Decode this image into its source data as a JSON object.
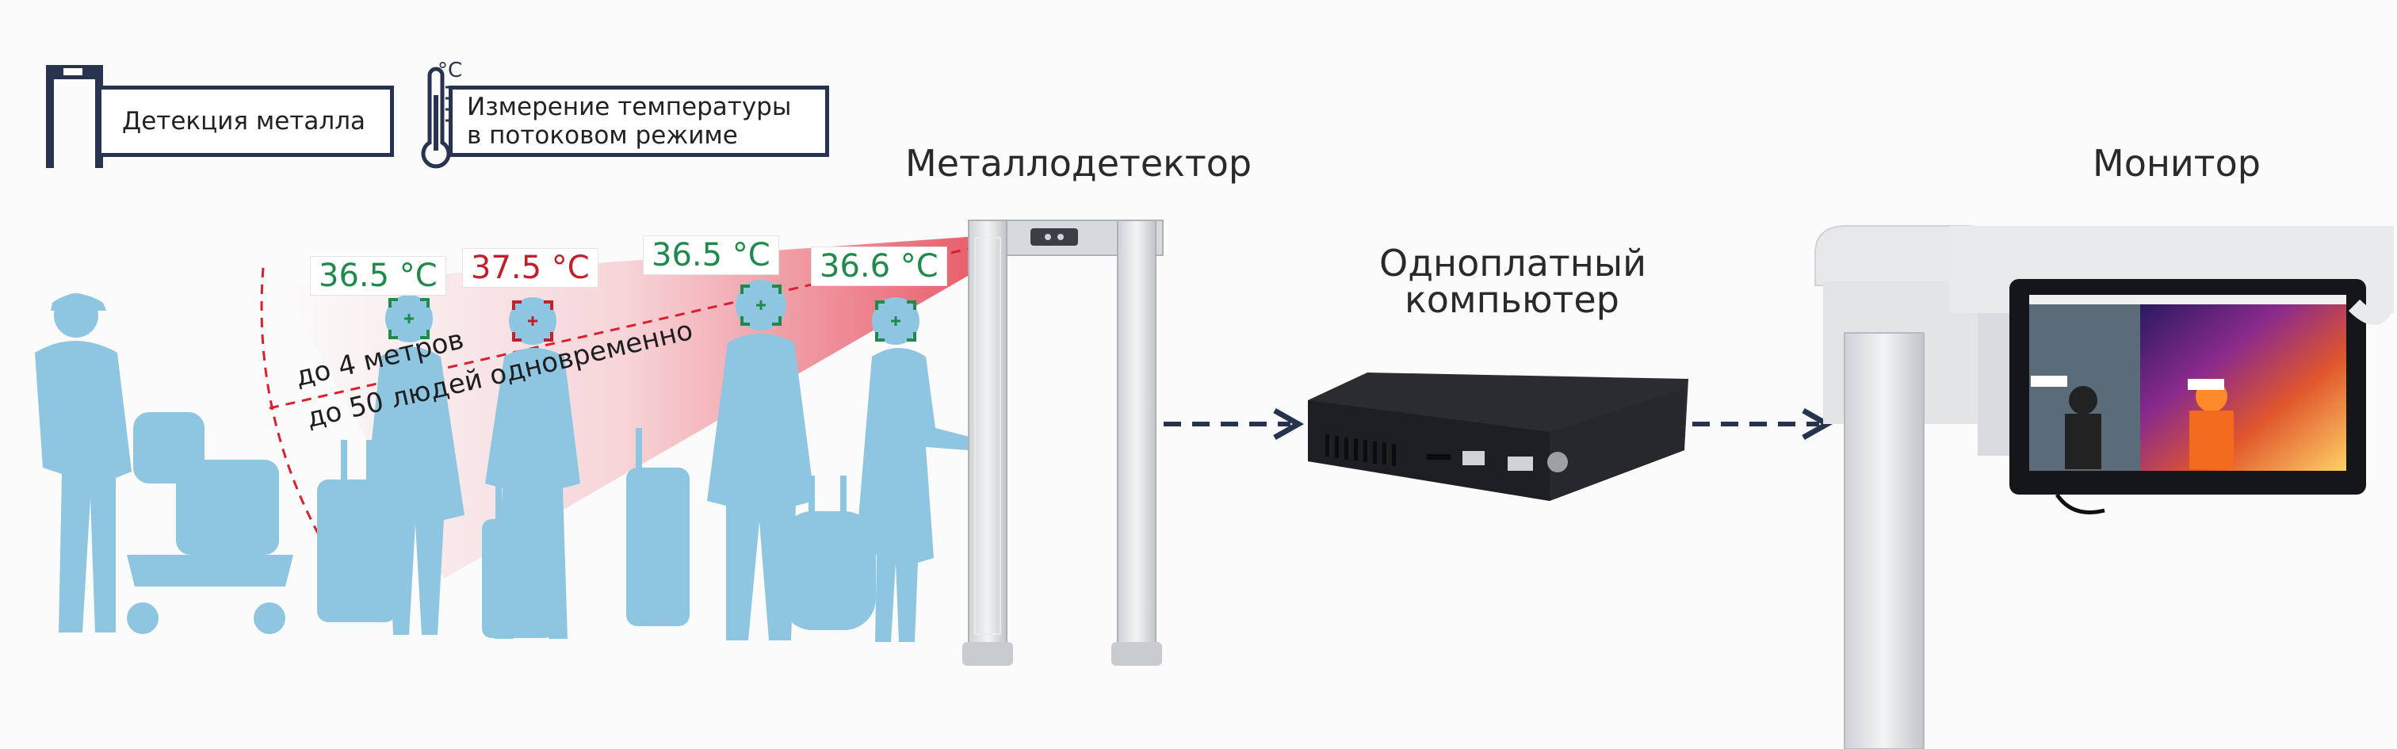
{
  "legend": {
    "metal_label": "Детекция металла",
    "temp_label_line1": "Измерение температуры",
    "temp_label_line2": "в потоковом режиме",
    "celsius_mark": "°C"
  },
  "labels": {
    "metal_detector": "Металлодетектор",
    "computer_line1": "Одноплатный",
    "computer_line2": "компьютер",
    "monitor": "Монитор"
  },
  "temperatures": [
    {
      "value": "36.5 °C",
      "status": "normal"
    },
    {
      "value": "37.5 °C",
      "status": "fever"
    },
    {
      "value": "36.5 °C",
      "status": "normal"
    },
    {
      "value": "36.6 °C",
      "status": "normal"
    }
  ],
  "range": {
    "distance": "до 4 метров",
    "capacity": "до 50 людей одновременно"
  },
  "colors": {
    "legend_border": "#27334f",
    "silhouette": "#8ec6e2",
    "beam": "#e3263a",
    "normal_temp": "#1f8a4c",
    "fever_temp": "#c21f2b",
    "arrow": "#27334f"
  },
  "icons": [
    "metal-detector-gate-icon",
    "thermometer-icon",
    "face-target-icon",
    "arrow-right-icon"
  ]
}
